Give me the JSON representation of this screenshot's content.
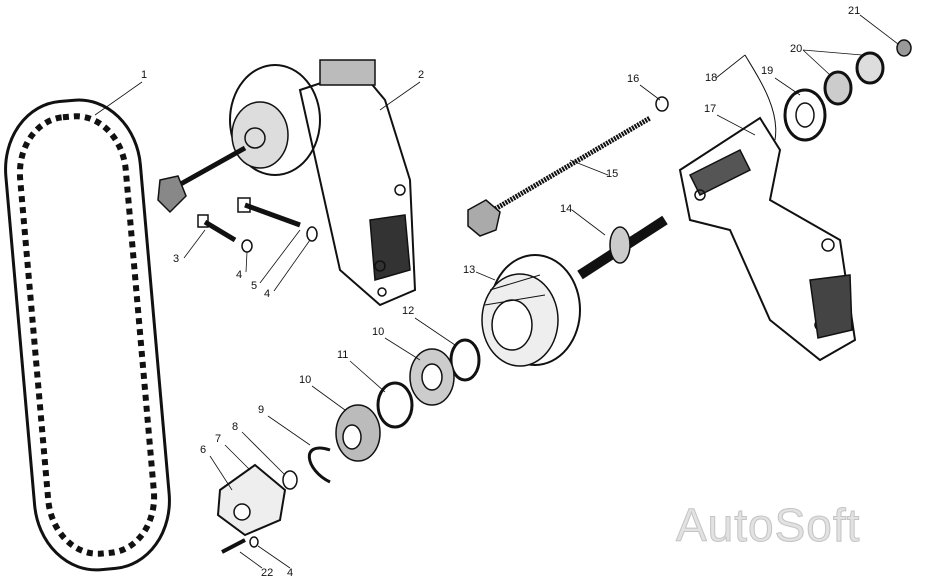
{
  "labels": [
    "1",
    "2",
    "3",
    "4",
    "5",
    "4",
    "16",
    "18",
    "17",
    "19",
    "20",
    "21",
    "15",
    "14",
    "13",
    "12",
    "10",
    "11",
    "10",
    "9",
    "8",
    "7",
    "6",
    "22",
    "4"
  ],
  "watermark": "AutoSoft",
  "colors": {
    "ink": "#111111",
    "watermark": "#d8d8d8"
  }
}
